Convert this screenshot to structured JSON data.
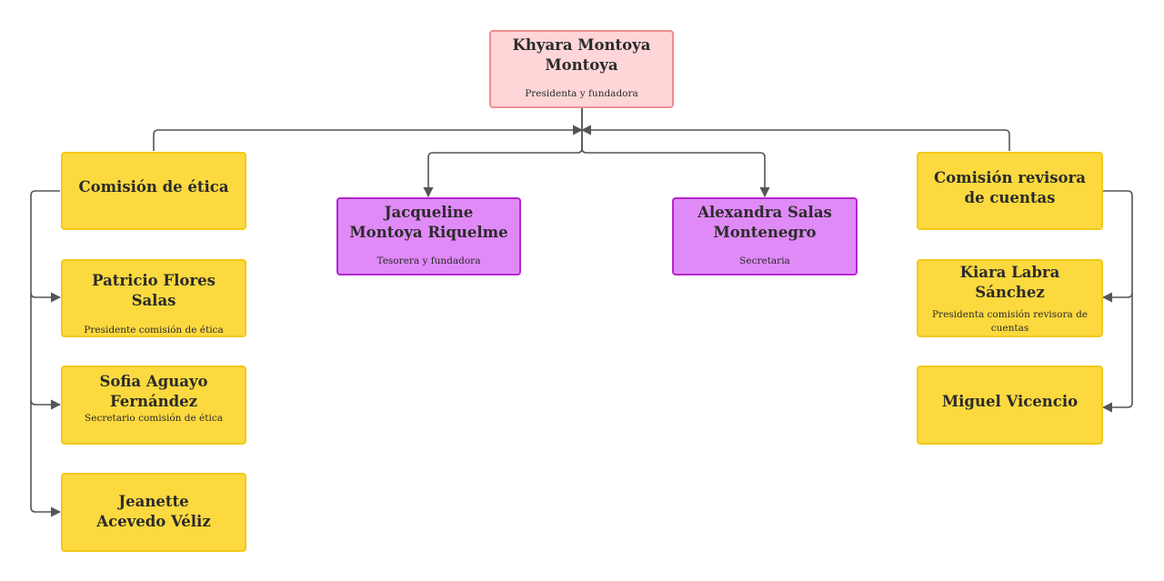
{
  "root": {
    "name": "Khyara Montoya Montoya",
    "role": "Presidenta y fundadora"
  },
  "management": [
    {
      "name": "Jacqueline Montoya Riquelme",
      "role": "Tesorera y fundadora"
    },
    {
      "name": "Alexandra Salas Montenegro",
      "role": "Secretaria"
    }
  ],
  "ethics": {
    "title": "Comisión de ética",
    "members": [
      {
        "name": "Patricio Flores Salas",
        "role": "Presidente comisión de ética"
      },
      {
        "name": "Sofia Aguayo Fernández",
        "role": "Secretario comisión de ética"
      },
      {
        "name": "Jeanette Acevedo Véliz",
        "role": ""
      }
    ]
  },
  "accounts": {
    "title": "Comisión revisora de cuentas",
    "members": [
      {
        "name": "Kiara Labra Sánchez",
        "role": "Presidenta comisión revisora de cuentas"
      },
      {
        "name": "Miguel Vicencio",
        "role": ""
      }
    ]
  },
  "colors": {
    "root_fill": "#ffd6d8",
    "root_border": "#ee8f93",
    "management_fill": "#e08af7",
    "management_border": "#b526cf",
    "committee_fill": "#fcd93f",
    "committee_border": "#f2c81a",
    "connector": "#555555"
  }
}
